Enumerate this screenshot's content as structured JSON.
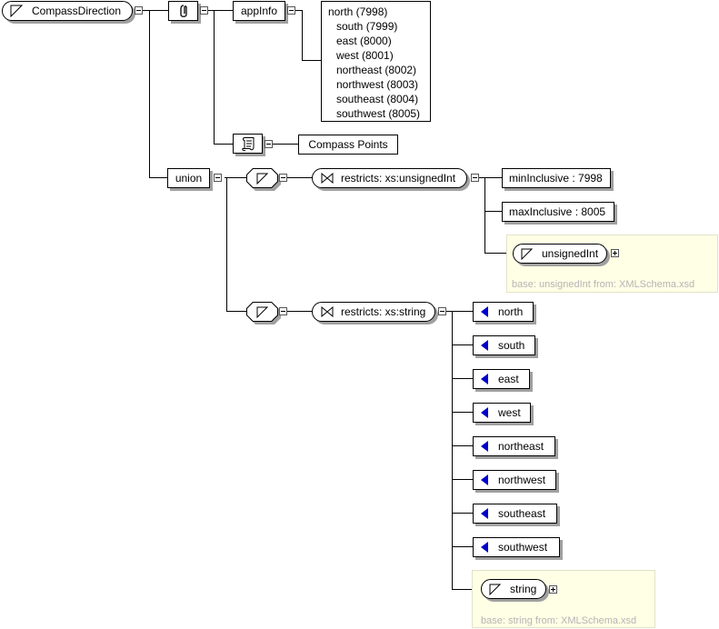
{
  "root": {
    "label": "CompassDirection"
  },
  "annotation": {
    "appinfo_label": "appInfo",
    "appinfo_lines": [
      "north (7998)",
      "south (7999)",
      "east (8000)",
      "west (8001)",
      "northeast (8002)",
      "northwest (8003)",
      "southeast (8004)",
      "southwest (8005)"
    ],
    "documentation": "Compass Points"
  },
  "union": {
    "label": "union"
  },
  "uint_restriction": {
    "label": "restricts: xs:unsignedInt",
    "facets": [
      "minInclusive : 7998",
      "maxInclusive : 8005"
    ],
    "base_type": "unsignedInt",
    "base_note": "base: unsignedInt from: XMLSchema.xsd"
  },
  "string_restriction": {
    "label": "restricts: xs:string",
    "enumerations": [
      "north",
      "south",
      "east",
      "west",
      "northeast",
      "northwest",
      "southeast",
      "southwest"
    ],
    "base_type": "string",
    "base_note": "base: string from: XMLSchema.xsd"
  }
}
